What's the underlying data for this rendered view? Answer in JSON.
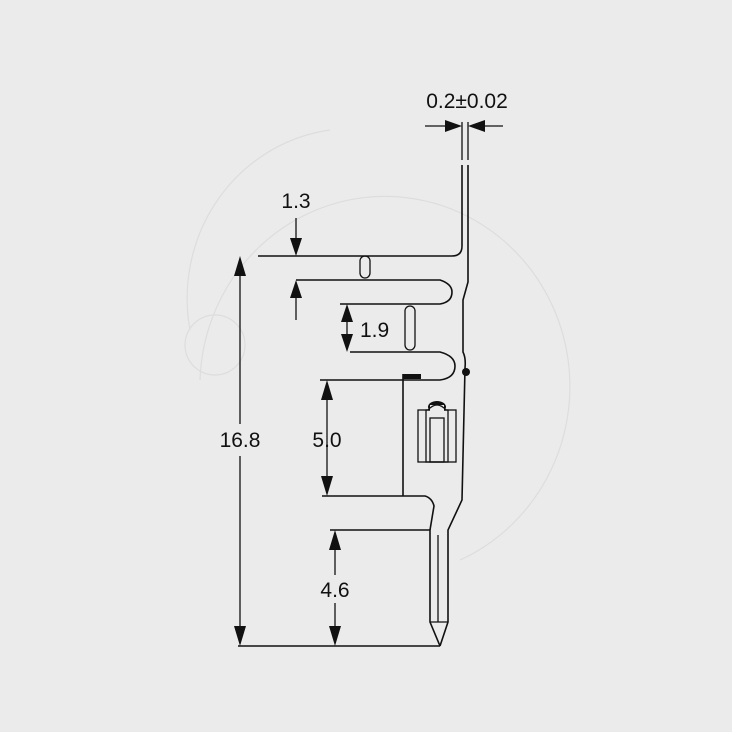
{
  "dimensions": {
    "thickness": "0.2±0.02",
    "top_gap": "1.3",
    "slot_height": "1.9",
    "body_length": "5.0",
    "tip_length": "4.6",
    "overall_length": "16.8"
  },
  "colors": {
    "background": "#ebebeb",
    "line": "#111111"
  }
}
